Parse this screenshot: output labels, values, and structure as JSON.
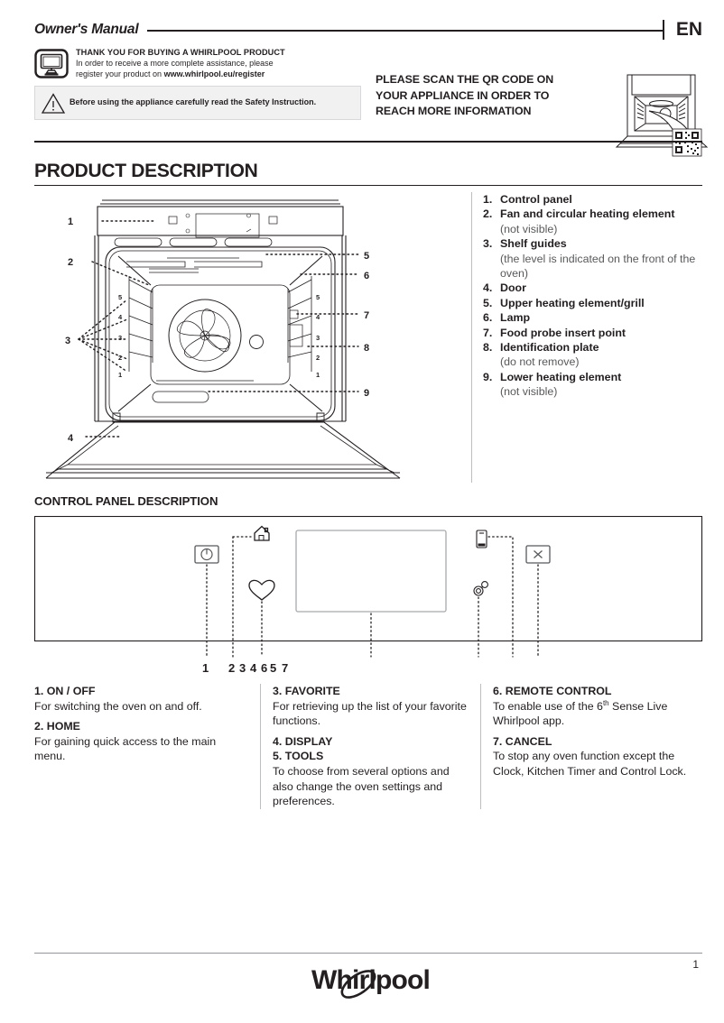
{
  "header": {
    "document_type": "Owner's Manual",
    "language_code": "EN",
    "thank_you_title": "THANK YOU FOR BUYING A  WHIRLPOOL PRODUCT",
    "thank_you_line1": "In order to receive a more complete assistance, please",
    "thank_you_line2_prefix": "register your product on ",
    "register_url": "www.whirlpool.eu/register",
    "safety_notice": "Before using the appliance carefully read the Safety Instruction.",
    "qr_instruction_line1": "PLEASE SCAN THE QR CODE ON",
    "qr_instruction_line2": "YOUR APPLIANCE IN ORDER TO",
    "qr_instruction_line3": "REACH MORE INFORMATION",
    "monitor_icon": "monitor-icon",
    "warning_icon": "warning-triangle-icon",
    "qr_appliance_icon": "oven-qr-code-illustration"
  },
  "product_description": {
    "section_title": "PRODUCT DESCRIPTION",
    "parts": [
      {
        "num": "1.",
        "label": "Control panel",
        "sub": ""
      },
      {
        "num": "2.",
        "label": "Fan and circular heating element",
        "sub": "(not visible)"
      },
      {
        "num": "3.",
        "label": "Shelf guides",
        "sub": "(the level is indicated on the front of the oven)"
      },
      {
        "num": "4.",
        "label": "Door",
        "sub": ""
      },
      {
        "num": "5.",
        "label": "Upper heating element/grill",
        "sub": ""
      },
      {
        "num": "6.",
        "label": "Lamp",
        "sub": ""
      },
      {
        "num": "7.",
        "label": "Food probe insert point",
        "sub": ""
      },
      {
        "num": "8.",
        "label": "Identification plate",
        "sub": "(do not remove)"
      },
      {
        "num": "9.",
        "label": "Lower heating element",
        "sub": "(not visible)"
      }
    ],
    "diagram_callouts_left": [
      "1",
      "2",
      "3",
      "4"
    ],
    "diagram_callouts_right": [
      "5",
      "6",
      "7",
      "8",
      "9"
    ],
    "shelf_levels_left": [
      "5",
      "4",
      "3",
      "2",
      "1"
    ],
    "shelf_levels_right": [
      "5",
      "4",
      "3",
      "2",
      "1"
    ]
  },
  "control_panel": {
    "section_title": "CONTROL PANEL DESCRIPTION",
    "callouts": [
      "1",
      "2",
      "3",
      "4",
      "6",
      "5",
      "7"
    ],
    "icons": {
      "power": "power-icon",
      "home": "home-icon",
      "favorite": "heart-icon",
      "display": "display-screen",
      "remote": "smartphone-icon",
      "tools": "tools-icon",
      "cancel": "close-x-icon"
    },
    "descriptions": [
      {
        "head": "1. ON / OFF",
        "body": "For switching the oven on and off."
      },
      {
        "head": "2. HOME",
        "body": "For gaining quick access to the main menu."
      },
      {
        "head": "3. FAVORITE",
        "body": "For retrieving up the list of your favorite functions."
      },
      {
        "head": "4. DISPLAY",
        "body": ""
      },
      {
        "head": "5. TOOLS",
        "body": "To choose from several options and also change the oven settings and preferences."
      },
      {
        "head": "6. REMOTE CONTROL",
        "body_pre": "To enable use of the 6",
        "body_sup": "th",
        "body_post": " Sense Live Whirlpool app."
      },
      {
        "head": "7. CANCEL",
        "body": "To stop any oven function except the Clock, Kitchen Timer and Control Lock."
      }
    ]
  },
  "footer": {
    "brand": "Whirlpool",
    "page_number": "1"
  }
}
